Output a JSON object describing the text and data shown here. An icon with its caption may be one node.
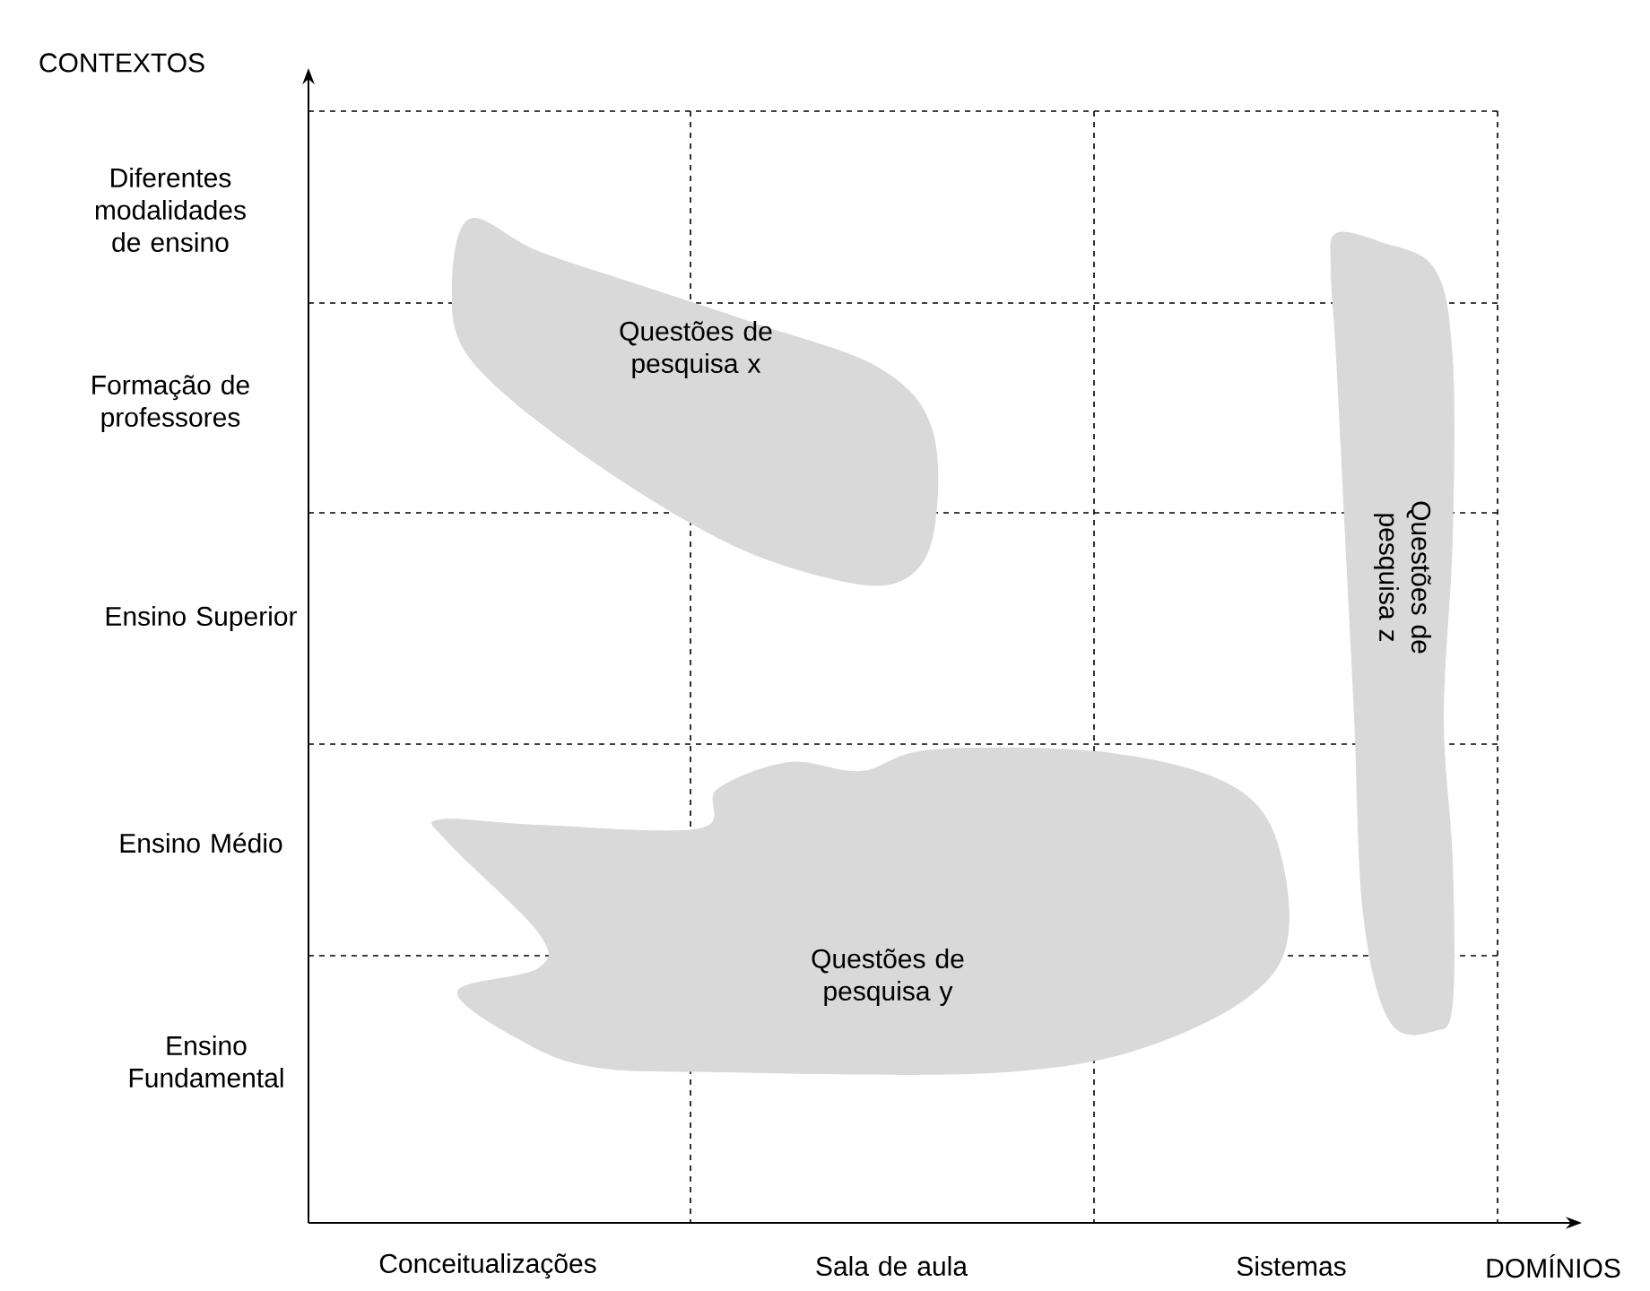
{
  "diagram": {
    "nodes": [
      {
        "text": [
          "Questões de pesquisa x"
        ]
      },
      {
        "text": [
          "Questões de pesquisa z"
        ]
      },
      {
        "text": [
          "Questões de pesquisa y"
        ]
      }
    ],
    "labels": [
      "CONTEXTOS",
      "Diferentes modalidades de ensino",
      "Formação de professores",
      "Ensino Superior",
      "Ensino Médio",
      "Ensino Fundamental",
      "Conceitualizações",
      "Sala de aula",
      "Sistemas",
      "DOMÍNIOS"
    ]
  }
}
